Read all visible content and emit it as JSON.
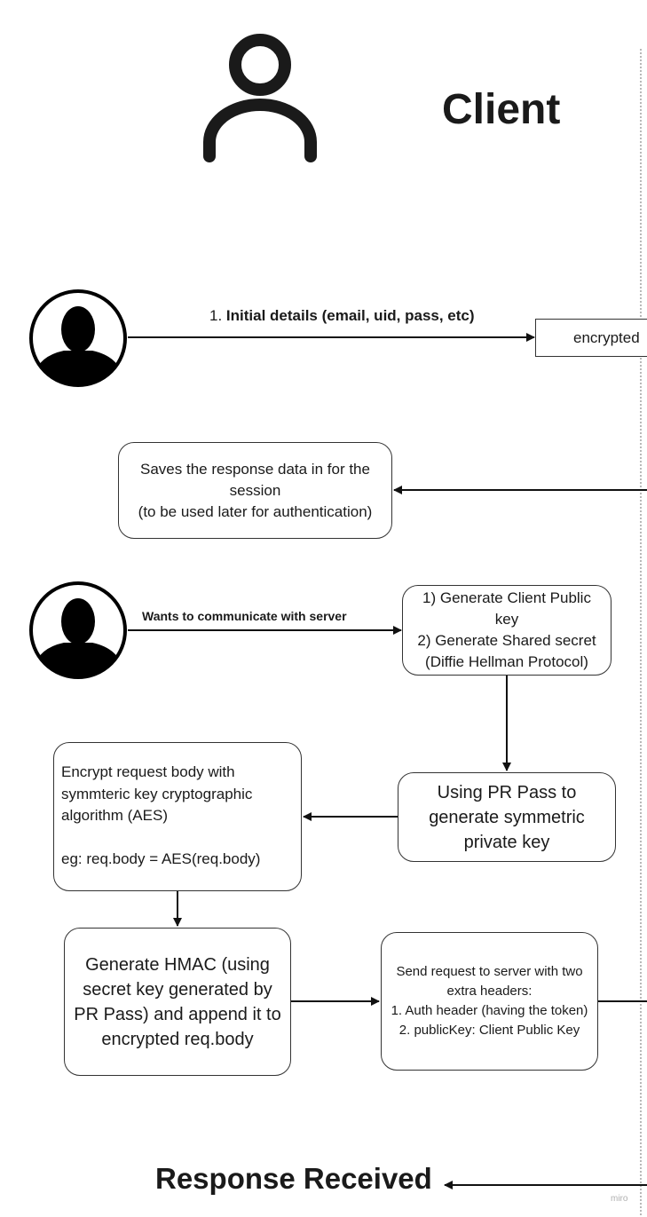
{
  "header": {
    "title": "Client",
    "actor_icon": "user-outline-icon"
  },
  "step1": {
    "avatar_icon": "user-avatar-icon",
    "label_prefix": "1. ",
    "label_bold": "Initial details (email, uid, pass, etc)",
    "target_box": "encrypted"
  },
  "save_box": {
    "text": "Saves the response data in for the session\n(to be used later for authentication)"
  },
  "step2": {
    "avatar_icon": "user-avatar-icon",
    "label": "Wants to communicate with server",
    "generate_box": "1) Generate Client Public key\n2) Generate Shared secret\n(Diffie Hellman Protocol)"
  },
  "pr_pass_box": {
    "text": "Using PR Pass to generate symmetric private key"
  },
  "encrypt_box": {
    "text": "Encrypt request body with symmteric key cryptographic algorithm (AES)\n\neg: req.body = AES(req.body)"
  },
  "hmac_box": {
    "text": "Generate HMAC (using secret key generated by PR Pass) and append it to encrypted req.body"
  },
  "send_box": {
    "text": "Send request to server with two extra headers:\n1. Auth header (having the token)\n2. publicKey: Client Public Key"
  },
  "footer": {
    "response_label": "Response Received",
    "watermark": "miro"
  },
  "colors": {
    "stroke": "#111111",
    "box_border": "#333333",
    "divider": "#8a8a8a",
    "text": "#1a1a1a"
  }
}
